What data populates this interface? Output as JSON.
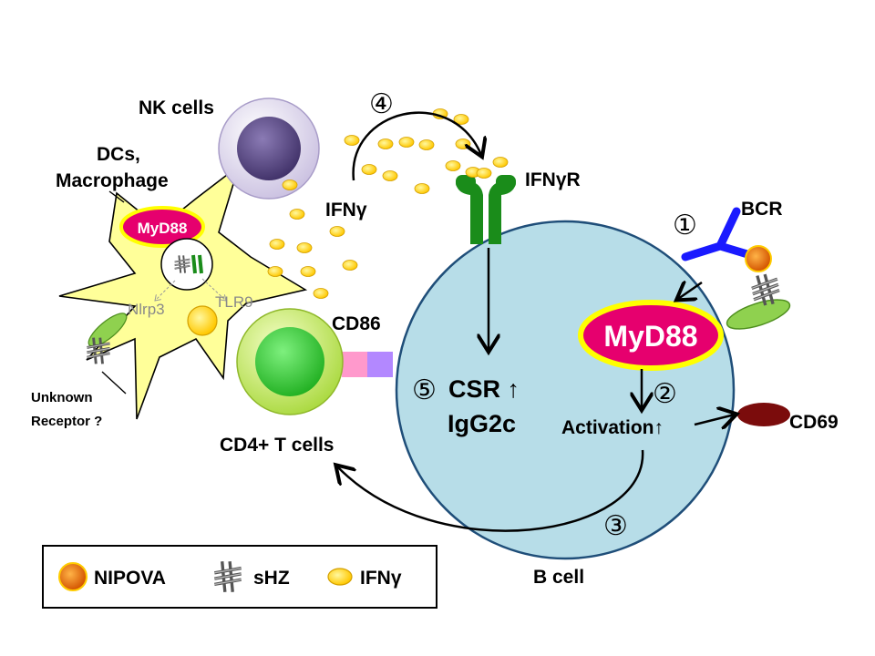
{
  "labels": {
    "nk_cells": "NK cells",
    "dcs_line1": "DCs,",
    "dcs_line2": "Macrophage",
    "myd88_small": "MyD88",
    "nlrp3": "Nlrp3",
    "tlr9": "TLR9",
    "unknown_line1": "Unknown",
    "unknown_line2": "Receptor ?",
    "cd86": "CD86",
    "cd4_t_cells": "CD4+ T cells",
    "ifng_left": "IFNγ",
    "ifngr": "IFNγR",
    "bcr": "BCR",
    "myd88_big": "MyD88",
    "csr": "CSR ↑",
    "igg2c": "IgG2c",
    "activation": "Activation↑",
    "cd69": "CD69",
    "b_cell": "B cell"
  },
  "steps": {
    "s1": "①",
    "s2": "②",
    "s3": "③",
    "s4": "④",
    "s5": "⑤"
  },
  "legend": {
    "nipova": "NIPOVA",
    "shz": "sHZ",
    "ifng": "IFNγ"
  },
  "colors": {
    "b_cell_fill": "#b7dde8",
    "b_cell_stroke": "#1f4e79",
    "dc_fill": "#ffff99",
    "myd88_fill": "#e6006e",
    "myd88_ring": "#ffff00",
    "ifng_dot": "#ffd700",
    "receptor_green": "#1a8c1a",
    "bcr_blue": "#1a1aff",
    "nipova_orange": "#e36c0a",
    "cd69_red": "#7b0c0c",
    "nk_outer": "#d9d2e9",
    "nk_inner": "#5b4a82",
    "t_outer": "#c6ef5a",
    "t_inner": "#3ecf3e",
    "cd86_pink": "#ff99cc",
    "cd86_violet": "#b388ff"
  }
}
